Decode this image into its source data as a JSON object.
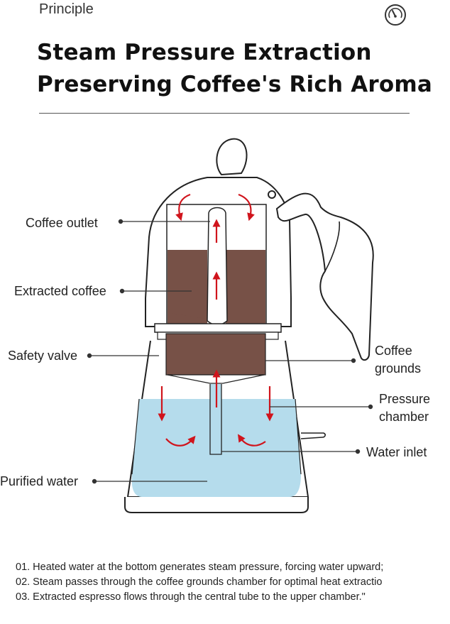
{
  "header": {
    "principle": "Principle",
    "title_line1": "Steam Pressure Extraction",
    "title_line2": "Preserving Coffee's Rich Aroma"
  },
  "icons": {
    "top_right": "gauge-icon"
  },
  "labels": {
    "coffee_outlet": "Coffee outlet",
    "extracted_coffee": "Extracted coffee",
    "safety_valve": "Safety valve",
    "coffee_grounds_1": "Coffee",
    "coffee_grounds_2": "grounds",
    "pressure_chamber_1": "Pressure",
    "pressure_chamber_2": "chamber",
    "water_inlet": "Water inlet",
    "purified_water": "Purified water"
  },
  "steps": [
    "01. Heated water at the bottom generates steam pressure, forcing water upward;",
    "02. Steam passes through the coffee grounds chamber for optimal heat extractio",
    "03. Extracted espresso flows through the central tube to the upper chamber.\""
  ],
  "colors": {
    "coffee": "#775147",
    "water": "#b5dcec",
    "arrow": "#d0141c",
    "outline": "#222222"
  }
}
